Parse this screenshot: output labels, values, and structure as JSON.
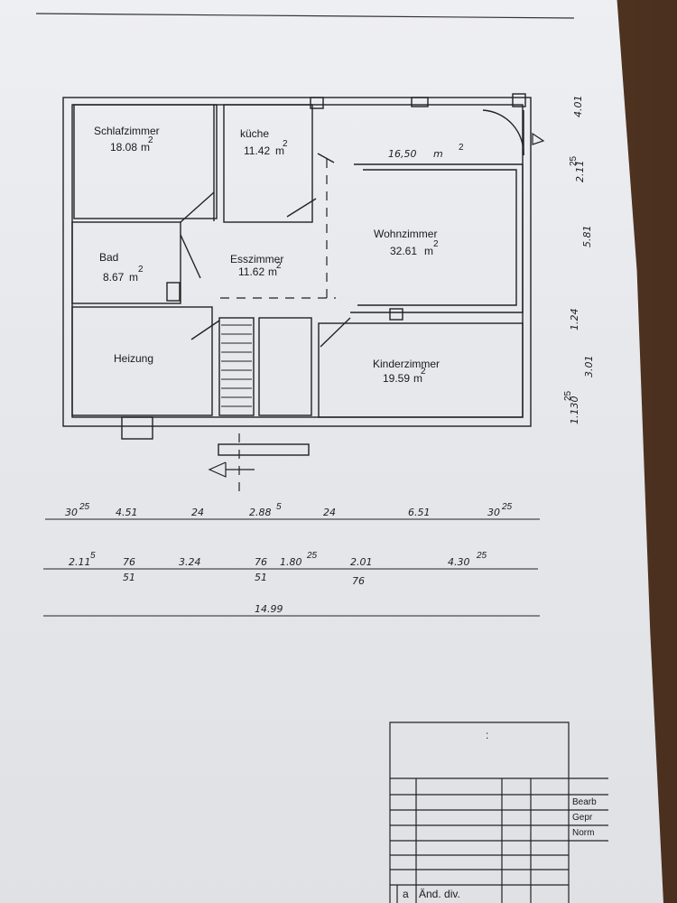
{
  "rooms": {
    "schlafzimmer": {
      "name": "Schlafzimmer",
      "area": "18.08",
      "unit": "m",
      "sup": "2"
    },
    "kueche": {
      "name": "küche",
      "area": "11.42",
      "unit": "m",
      "sup": "2"
    },
    "bad": {
      "name": "Bad",
      "area": "8.67",
      "unit": "m",
      "sup": "2"
    },
    "esszimmer": {
      "name": "Esszimmer",
      "area": "11.62",
      "unit": "m",
      "sup": "2"
    },
    "wohnzimmer": {
      "name": "Wohnzimmer",
      "area": "32.61",
      "unit": "m",
      "sup": "2"
    },
    "heizung": {
      "name": "Heizung"
    },
    "kinderzimmer": {
      "name": "Kinderzimmer",
      "area": "19.59",
      "unit": "m",
      "sup": "2"
    },
    "terrace": {
      "area": "16,50",
      "unit": "m",
      "sup": "2"
    }
  },
  "dims": {
    "row1": [
      "30",
      "25",
      "4.51",
      "24",
      "2.88",
      "5",
      "24",
      "6.51",
      "30",
      "25"
    ],
    "row2": [
      "2.11",
      "5",
      "76",
      "51",
      "3.24",
      "76",
      "51",
      "1.80",
      "25",
      "2.01",
      "76",
      "4.30",
      "25"
    ],
    "total": "14.99",
    "side": [
      "1.130",
      "25",
      "3.01",
      "1.24",
      "5.81",
      "2.11",
      "25",
      "4.01"
    ]
  },
  "titleblock": {
    "colon": ":",
    "bearb": "Bearb",
    "gepr": "Gepr",
    "norm": "Norm",
    "a": "a",
    "aend": "Änd. div."
  }
}
